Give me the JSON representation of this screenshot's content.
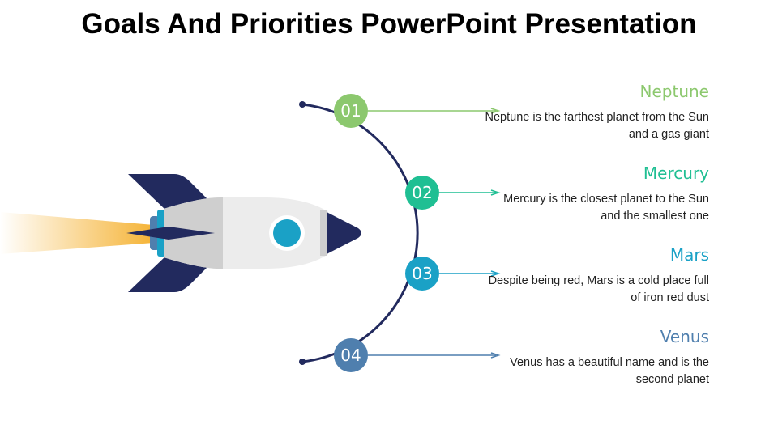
{
  "title": "Goals And Priorities PowerPoint Presentation",
  "items": [
    {
      "number": "01",
      "heading": "Neptune",
      "text": "Neptune is the farthest planet from the Sun and a gas giant",
      "color": "#8cc86e"
    },
    {
      "number": "02",
      "heading": "Mercury",
      "text": "Mercury is the closest planet to the Sun and the smallest one",
      "color": "#1fbf93"
    },
    {
      "number": "03",
      "heading": "Mars",
      "text": "Despite being red, Mars is a cold place full of iron red dust",
      "color": "#1aa1c6"
    },
    {
      "number": "04",
      "heading": "Venus",
      "text": "Venus has a beautiful name and is the second planet",
      "color": "#4f7fae"
    }
  ],
  "colors": {
    "navy": "#222a5e",
    "flame": "#f5b335",
    "body": "#ececec",
    "window": "#1aa1c6"
  }
}
